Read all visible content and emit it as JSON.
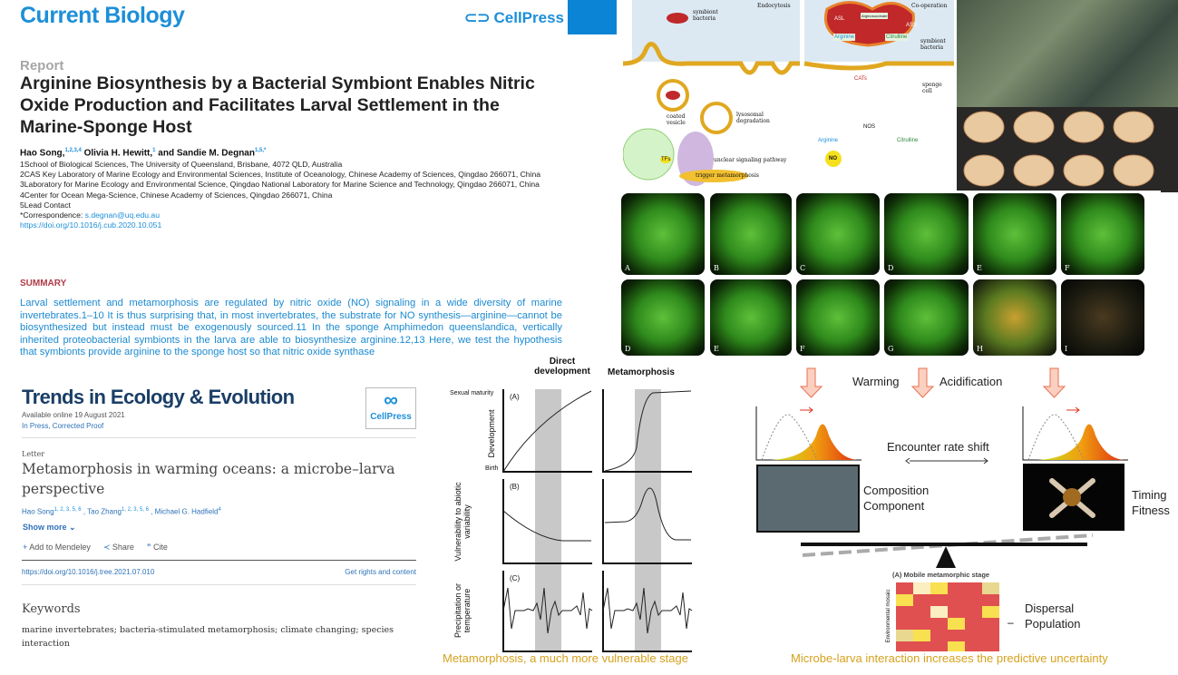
{
  "paper1": {
    "journal": "Current Biology",
    "publisher": "CellPress",
    "type": "Report",
    "title": "Arginine Biosynthesis by a Bacterial Symbiont Enables Nitric Oxide Production and Facilitates Larval Settlement in the Marine-Sponge Host",
    "authors": [
      {
        "name": "Hao Song,",
        "sup": "1,2,3,4"
      },
      {
        "name": " Olivia H. Hewitt,",
        "sup": "1"
      },
      {
        "name": " and Sandie M. Degnan",
        "sup": "1,5,*"
      }
    ],
    "affiliations": [
      "1School of Biological Sciences, The University of Queensland, Brisbane, 4072 QLD, Australia",
      "2CAS Key Laboratory of Marine Ecology and Environmental Sciences, Institute of Oceanology, Chinese Academy of Sciences, Qingdao 266071, China",
      "3Laboratory for Marine Ecology and Environmental Science, Qingdao National Laboratory for Marine Science and Technology, Qingdao 266071, China",
      "4Center for Ocean Mega-Science, Chinese Academy of Sciences, Qingdao 266071, China",
      "5Lead Contact"
    ],
    "correspondence_label": "*Correspondence: ",
    "email": "s.degnan@uq.edu.au",
    "doi": "https://doi.org/10.1016/j.cub.2020.10.051",
    "summary_heading": "SUMMARY",
    "summary": "Larval settlement and metamorphosis are regulated by nitric oxide (NO) signaling in a wide diversity of marine invertebrates.1–10 It is thus surprising that, in most invertebrates, the substrate for NO synthesis—arginine—cannot be biosynthesized but instead must be exogenously sourced.11 In the sponge Amphimedon queenslandica, vertically inherited proteobacterial symbionts in the larva are able to biosynthesize arginine.12,13 Here, we test the hypothesis that symbionts provide arginine to the sponge host so that nitric oxide synthase"
  },
  "paper2": {
    "journal": "Trends in Ecology & Evolution",
    "publisher": "CellPress",
    "available": "Available online 19 August 2021",
    "status": "In Press, Corrected Proof",
    "type": "Letter",
    "title": "Metamorphosis in warming oceans: a microbe–larva perspective",
    "authors": [
      {
        "name": "Hao Song",
        "sup": "1, 2, 3, 5, 6"
      },
      {
        "name": ", Tao Zhang",
        "sup": "1, 2, 3, 5, 6"
      },
      {
        "name": ", Michael G. Hadfield",
        "sup": "4"
      }
    ],
    "show_more": "Show more",
    "add_mendeley": "Add to Mendeley",
    "share": "Share",
    "cite": "Cite",
    "doi": "https://doi.org/10.1016/j.tree.2021.07.010",
    "rights": "Get rights and content",
    "keywords_heading": "Keywords",
    "keywords": "marine invertebrates; bacteria-stimulated metamorphosis; climate changing; species interaction"
  },
  "diagram": {
    "endocytosis": "Endocytosis",
    "cooperation": "Co-operation",
    "symbiont": "symbiont bacteria",
    "symbiont2": "symbiont bacteria",
    "sponge_cell": "sponge cell",
    "coated_vesicle": "coated vesicle",
    "lysosomal": "lysosomal degradation",
    "asl": "ASL",
    "ass": "ASS",
    "argsucc": "Arginosuccinate",
    "arginine": "Arginine",
    "citrulline": "Citrulline",
    "cats": "CATs",
    "nos": "NOS",
    "no": "NO",
    "tfs": "TFs",
    "pathway": "unclear signaling pathway",
    "trigger": "trigger metamorphosis"
  },
  "micro_labels": [
    "A",
    "B",
    "C",
    "D",
    "E",
    "F",
    "D",
    "E",
    "F",
    "G",
    "H",
    "I"
  ],
  "dev_figure": {
    "col1": "Direct development",
    "col2": "Metamorphosis",
    "sexual_maturity": "Sexual maturity",
    "birth": "Birth",
    "panel_a": "(A)",
    "panel_b": "(B)",
    "panel_c": "(C)",
    "ylabel_a": "Development",
    "ylabel_b": "Vulnerability to abiotic variability",
    "ylabel_c": "Precipitation or temperature",
    "caption": "Metamorphosis, a much more vulnerable stage"
  },
  "climate_figure": {
    "warming": "Warming",
    "acidification": "Acidification",
    "encounter": "Encounter rate shift",
    "composition": "Composition",
    "component": "Component",
    "timing": "Timing",
    "fitness": "Fitness",
    "mobile": "(A) Mobile metamorphic stage",
    "env_mosaic": "Environmental mosaic",
    "dispersal": "Dispersal",
    "population": "Population",
    "caption": "Microbe-larva interaction increases the predictive uncertainty"
  },
  "colors": {
    "cb_blue": "#1d8fd8",
    "summary_red": "#b03a48",
    "tee_navy": "#1a3e66",
    "caption_gold": "#d6a21e"
  }
}
